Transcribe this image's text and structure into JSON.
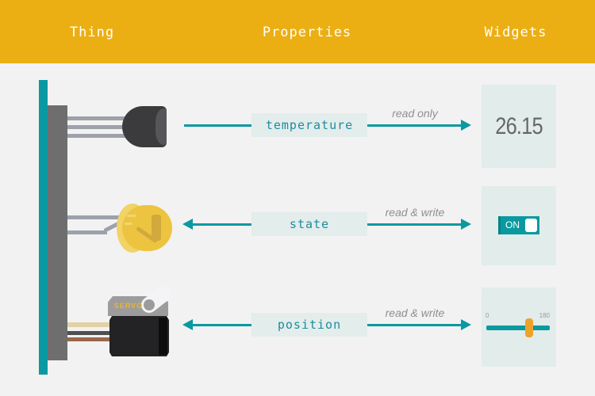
{
  "header": {
    "columns": [
      {
        "label": "Thing"
      },
      {
        "label": "Properties"
      },
      {
        "label": "Widgets"
      }
    ]
  },
  "rows": [
    {
      "property": "temperature",
      "access": "read only",
      "direction": "thing-to-widget"
    },
    {
      "property": "state",
      "access": "read & write",
      "direction": "bidirectional"
    },
    {
      "property": "position",
      "access": "read & write",
      "direction": "bidirectional"
    }
  ],
  "widgets": {
    "temperature": {
      "type": "value-display",
      "value": "26.15"
    },
    "state": {
      "type": "toggle",
      "state_label": "ON",
      "state": "on"
    },
    "position": {
      "type": "slider",
      "min_label": "0",
      "max_label": "180",
      "knob_position_pct": 67
    }
  },
  "thing": {
    "components": [
      {
        "name": "temperature-sensor"
      },
      {
        "name": "led"
      },
      {
        "name": "servo",
        "label": "SERVO"
      }
    ]
  },
  "colors": {
    "header_yellow": "#EBAF14",
    "accent_teal": "#0A99A0",
    "panel_bg": "#E3EDEB",
    "slider_knob_orange": "#EFA22B",
    "led_yellow": "#ECC440",
    "page_bg": "#F2F2F2"
  }
}
